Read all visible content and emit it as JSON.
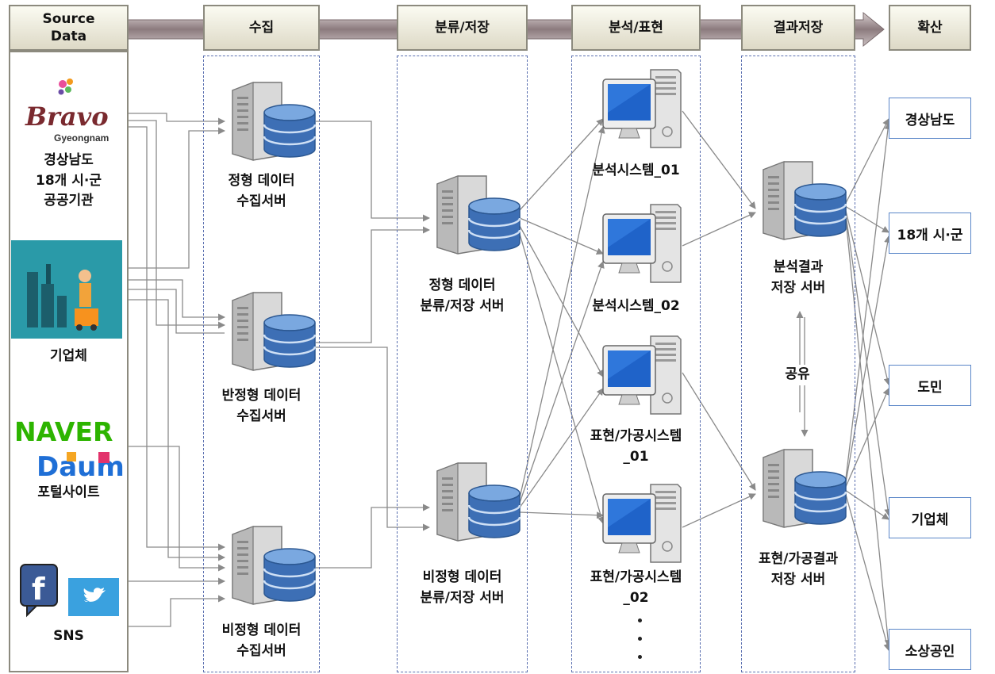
{
  "stages": [
    {
      "id": "source",
      "label": "Source\nData"
    },
    {
      "id": "collect",
      "label": "수집"
    },
    {
      "id": "classify",
      "label": "분류/저장"
    },
    {
      "id": "analyze",
      "label": "분석/표현"
    },
    {
      "id": "result",
      "label": "결과저장"
    },
    {
      "id": "spread",
      "label": "확산"
    }
  ],
  "sources": {
    "bravo_logo_text": "Bravo",
    "bravo_logo_sub": "Gyeongnam",
    "gov_label": "경상남도\n18개 시·군\n공공기관",
    "company_label": "기업체",
    "portal_logo_naver": "NAVER",
    "portal_logo_daum": "Daum",
    "portal_label": "포털사이트",
    "sns_label": "SNS"
  },
  "collect_servers": [
    {
      "label": "정형 데이터\n수집서버"
    },
    {
      "label": "반정형 데이터\n수집서버"
    },
    {
      "label": "비정형 데이터\n수집서버"
    }
  ],
  "classify_servers": [
    {
      "label": "정형 데이터\n분류/저장 서버"
    },
    {
      "label": "비정형 데이터\n분류/저장 서버"
    }
  ],
  "systems": [
    {
      "label": "분석시스템_01"
    },
    {
      "label": "분석시스템_02"
    },
    {
      "label": "표현/가공시스템\n_01"
    },
    {
      "label": "표현/가공시스템\n_02"
    }
  ],
  "result_servers": [
    {
      "label": "분석결과\n저장 서버"
    },
    {
      "label": "표현/가공결과\n저장 서버"
    }
  ],
  "share_label": "공유",
  "targets": [
    "경상남도",
    "18개 시·군",
    "도민",
    "기업체",
    "소상공인"
  ],
  "colors": {
    "header_border": "#8c8a7e",
    "dash_border": "#5a6fb0",
    "target_border": "#5a86c8",
    "db_blue": "#3d6fb5",
    "monitor_blue": "#1f63c9",
    "arrow_gray": "#8a8a8a",
    "pipe": "#8f7f82"
  }
}
